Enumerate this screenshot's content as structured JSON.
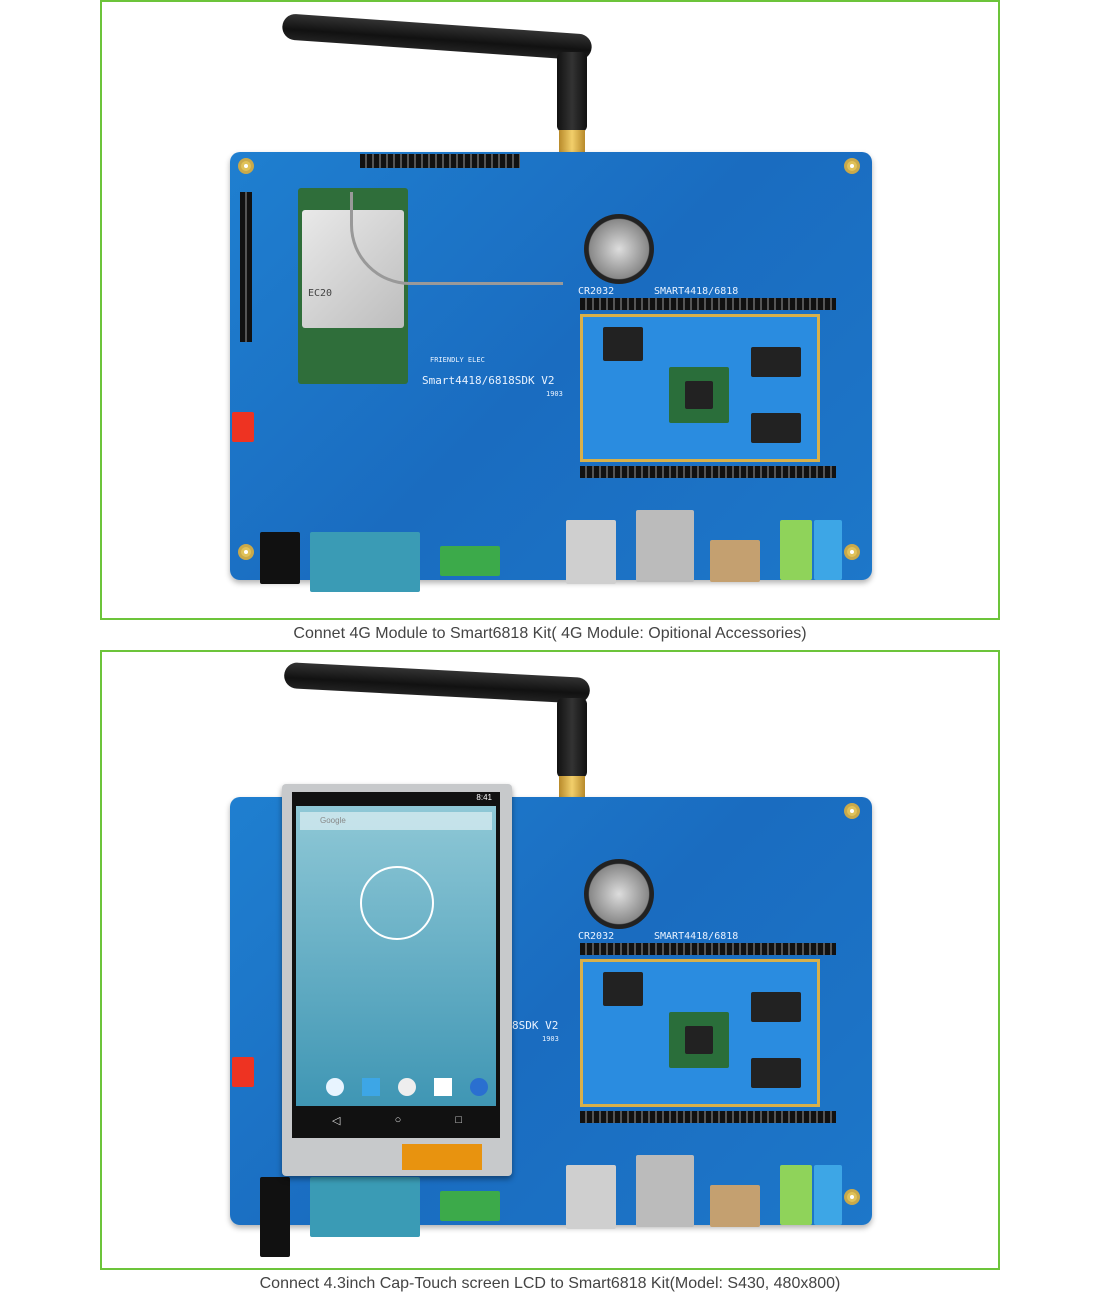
{
  "figures": [
    {
      "caption": "Connet 4G Module to Smart6818 Kit( 4G Module: Opitional Accessories)",
      "board": {
        "title": "Smart4418/6818SDK V2",
        "core_label": "SMART4418/6818",
        "brand": "FRIENDLY ELEC",
        "date": "1903",
        "module_label": "EC20",
        "battery_label": "CR2032"
      }
    },
    {
      "caption": "Connect 4.3inch Cap-Touch screen LCD to Smart6818 Kit(Model: S430, 480x800)",
      "board": {
        "title": "8SDK V2",
        "core_label": "SMART4418/6818",
        "date": "1903",
        "battery_label": "CR2032"
      },
      "lcd": {
        "time": "8:41",
        "search_hint": "Google"
      }
    }
  ],
  "colors": {
    "frame_border": "#6cc43a",
    "board": "#1f7fd0"
  }
}
